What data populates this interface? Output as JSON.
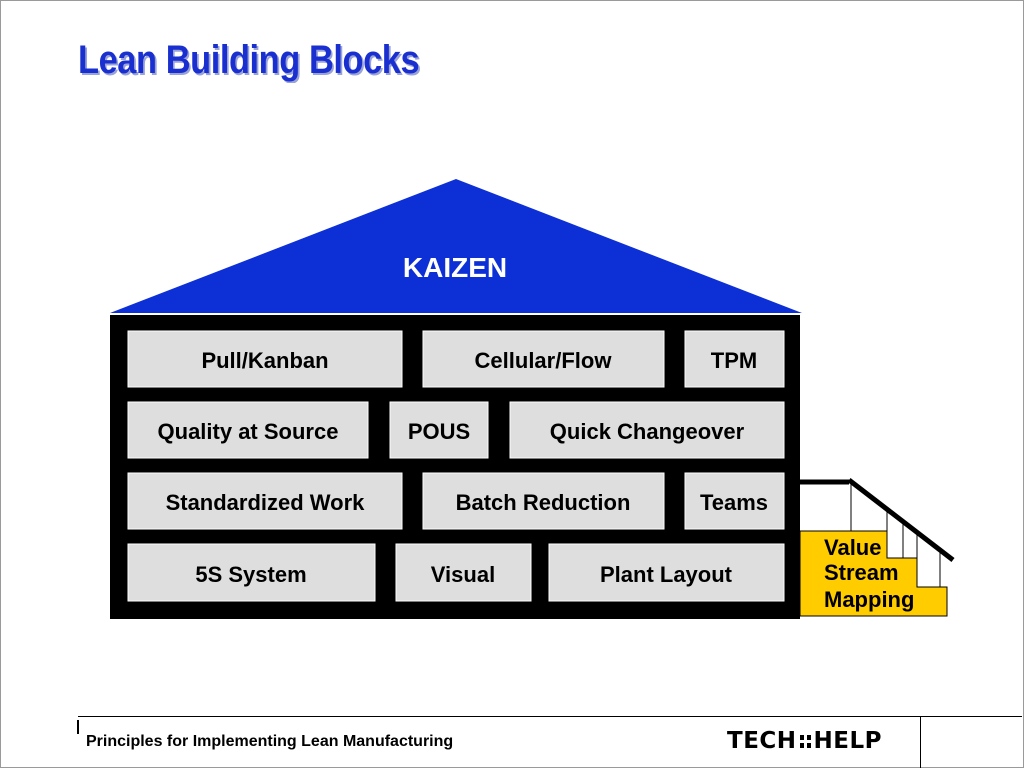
{
  "slide": {
    "title": "Lean Building Blocks",
    "footer": "Principles for Implementing Lean Manufacturing",
    "logo": {
      "left": "TECH",
      "right": "HELP"
    }
  },
  "house": {
    "roof_label": "KAIZEN",
    "rows": [
      [
        "Pull/Kanban",
        "Cellular/Flow",
        "TPM"
      ],
      [
        "Quality at Source",
        "POUS",
        "Quick Changeover"
      ],
      [
        "Standardized Work",
        "Batch Reduction",
        "Teams"
      ],
      [
        "5S System",
        "Visual",
        "Plant Layout"
      ]
    ]
  },
  "stairs": {
    "label": [
      "Value",
      "Stream",
      "Mapping"
    ]
  },
  "colors": {
    "title": "#1a2fd0",
    "roof": "#0d2fd6",
    "block_fill": "#dedede",
    "wall": "#000000",
    "stairs": "#ffcc00"
  }
}
